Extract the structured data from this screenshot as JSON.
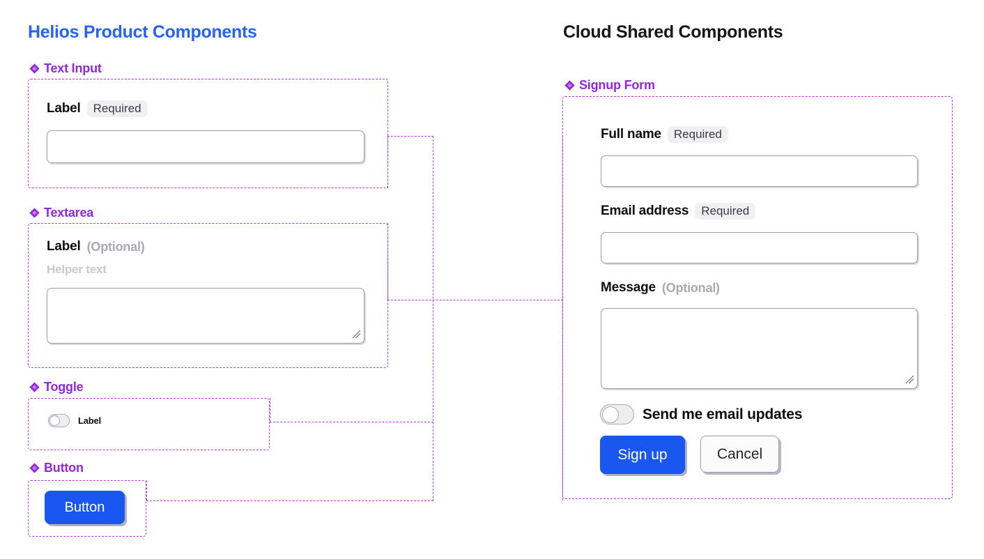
{
  "panels": {
    "left": {
      "title": "Helios Product Components",
      "title_color": "#2563f5"
    },
    "right": {
      "title": "Cloud Shared Components",
      "title_color": "#16161b"
    }
  },
  "accent": {
    "section_purple": "#9327e0",
    "dashed_purple": "#b13ae8",
    "primary_blue": "#1a56f0",
    "badge_bg": "#f0f0f3",
    "input_border": "#9b9cb2"
  },
  "sections": {
    "text_input": {
      "header": "Text Input",
      "icon": "diamond-icon",
      "label": "Label",
      "badge": "Required",
      "input_value": "",
      "input_placeholder": ""
    },
    "textarea": {
      "header": "Textarea",
      "icon": "diamond-icon",
      "label": "Label",
      "optional": "(Optional)",
      "helper": "Helper text",
      "value": "",
      "placeholder": ""
    },
    "toggle": {
      "header": "Toggle",
      "icon": "diamond-icon",
      "label": "Label",
      "state": "off"
    },
    "button": {
      "header": "Button",
      "icon": "diamond-icon",
      "label": "Button"
    }
  },
  "signup_form": {
    "header": "Signup Form",
    "icon": "diamond-icon",
    "fields": {
      "full_name": {
        "label": "Full name",
        "badge": "Required",
        "value": "",
        "placeholder": ""
      },
      "email": {
        "label": "Email address",
        "badge": "Required",
        "value": "",
        "placeholder": ""
      },
      "message": {
        "label": "Message",
        "optional": "(Optional)",
        "value": "",
        "placeholder": ""
      }
    },
    "toggle": {
      "label": "Send me email updates",
      "state": "off"
    },
    "actions": {
      "primary": "Sign up",
      "secondary": "Cancel"
    }
  }
}
